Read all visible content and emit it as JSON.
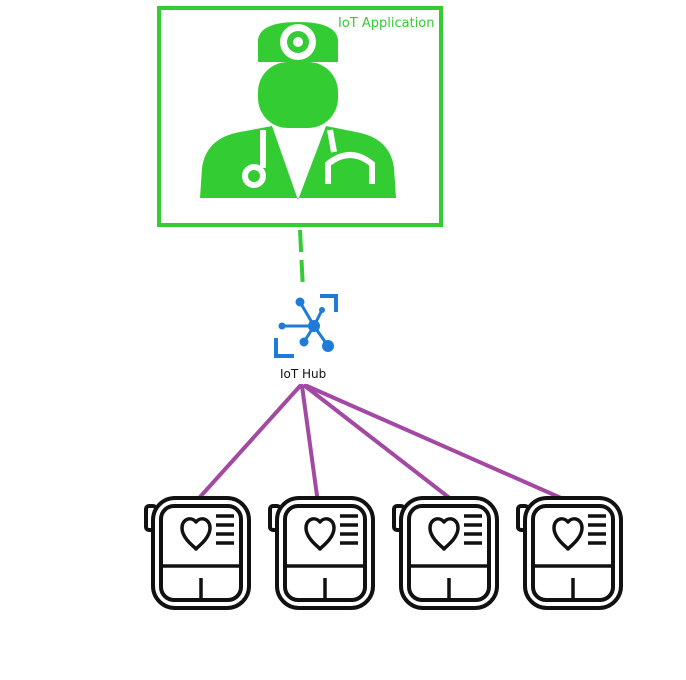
{
  "app": {
    "label": "IoT Application",
    "icon": "doctor-icon",
    "color": "#33cc33"
  },
  "hub": {
    "label": "IoT Hub",
    "icon": "iot-hub-icon",
    "color": "#1e7bd8"
  },
  "connections": {
    "app_to_hub": {
      "style": "dashed",
      "color": "#33cc33"
    },
    "hub_to_devices": {
      "style": "solid",
      "color": "#a349a4"
    }
  },
  "devices": [
    {
      "icon": "wearable-heart-monitor-icon"
    },
    {
      "icon": "wearable-heart-monitor-icon"
    },
    {
      "icon": "wearable-heart-monitor-icon"
    },
    {
      "icon": "wearable-heart-monitor-icon"
    }
  ]
}
